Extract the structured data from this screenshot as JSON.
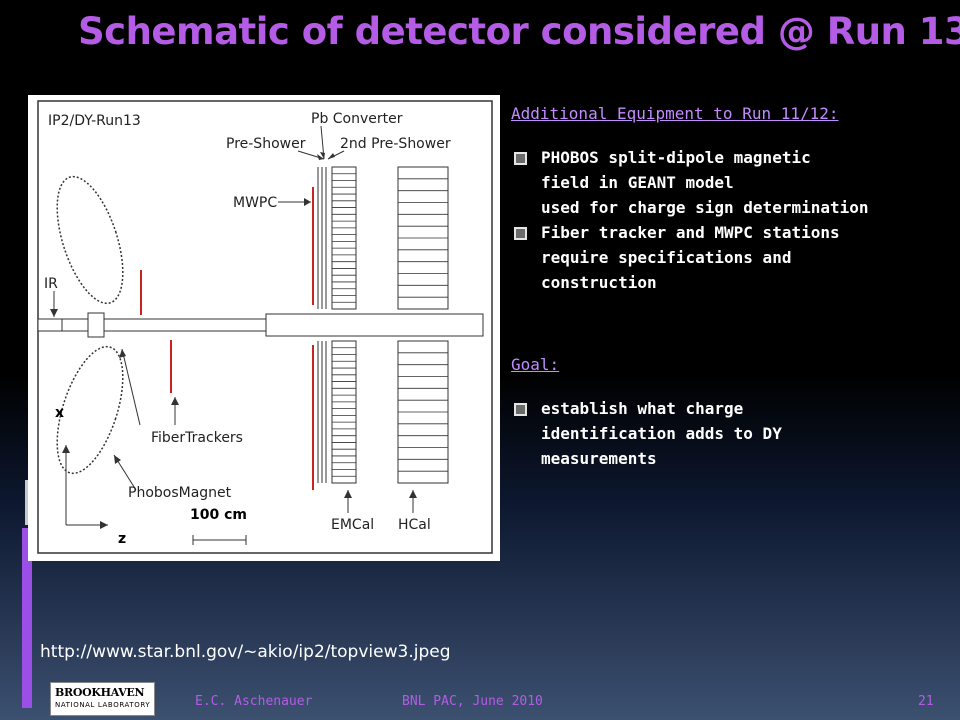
{
  "slide": {
    "title": "Schematic of detector considered @ Run 13",
    "url": "http://www.star.bnl.gov/~akio/ip2/topview3.jpeg"
  },
  "diagram": {
    "title": "IP2/DY-Run13",
    "labels": {
      "pb_converter": "Pb Converter",
      "pre_shower": "Pre-Shower",
      "second_pre_shower": "2nd Pre-Shower",
      "mwpc": "MWPC",
      "ir": "IR",
      "fiber_trackers": "FiberTrackers",
      "phobos_magnet": "PhobosMagnet",
      "scale": "100 cm",
      "x_axis": "x",
      "z_axis": "z",
      "emcal": "EMCal",
      "hcal": "HCal"
    }
  },
  "equipment": {
    "heading": "Additional Equipment to Run 11/12:",
    "items": [
      "PHOBOS split-dipole magnetic\nfield in GEANT model\nused for charge sign determination",
      "Fiber tracker and MWPC stations\nrequire specifications and\nconstruction"
    ]
  },
  "goal": {
    "heading": "Goal:",
    "items": [
      "establish what charge\nidentification adds to DY\nmeasurements"
    ]
  },
  "footer": {
    "logo_line1": "BROOKHAVEN",
    "logo_line2": "NATIONAL LABORATORY",
    "author": "E.C. Aschenauer",
    "event": "BNL PAC, June 2010",
    "page": "21"
  },
  "colors": {
    "title": "#b45ce6",
    "heading": "#c28cff",
    "detector_red": "#cc2222"
  }
}
